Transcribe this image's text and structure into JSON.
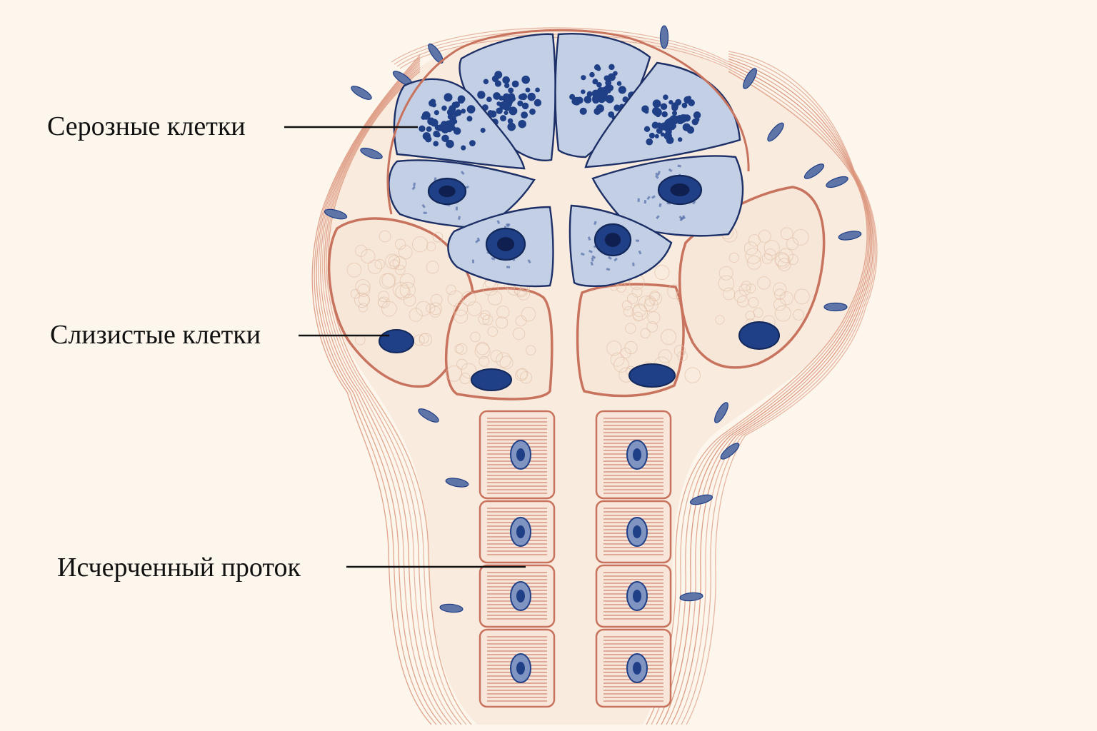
{
  "labels": {
    "serous_cells": "Серозные клетки",
    "mucous_cells": "Слизистые клетки",
    "striated_duct": "Исчерченный проток"
  },
  "colors": {
    "background": "#fcf6ec",
    "connective_tissue": "#d98e74",
    "cell_membrane": "#c8735e",
    "serous_cytoplasm": "#c3cfe4",
    "granule": "#1f3f86",
    "nucleus": "#1f3f86",
    "mucous_cytoplasm": "#f6e7d9",
    "duct_cell": "#f9e6da",
    "leader_line": "#111111"
  }
}
